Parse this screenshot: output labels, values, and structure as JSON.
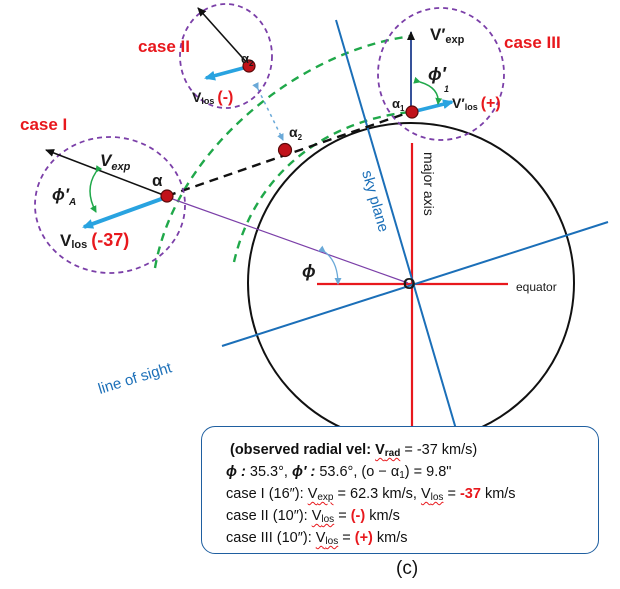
{
  "labels": {
    "case_I": "case I",
    "case_II": "case II",
    "case_III": "case III",
    "alpha": "α",
    "alpha2_sub": "2",
    "alpha1_sub": "1",
    "phi_prime": "ϕ′",
    "phi_sub_A": "A",
    "phi": "ϕ",
    "v_exp": "V",
    "v_exp_sub": "exp",
    "v_exp_prime": "V′",
    "v_los": "V",
    "v_los_sub": "los",
    "v_los_prime": "V′",
    "val_case1": "(-37)",
    "val_case2": "(-)",
    "val_case3": "(+)",
    "sky_plane": "sky plane",
    "major_axis": "major axis",
    "equator": "equator",
    "line_of_sight": "line of sight",
    "origin": "O",
    "panel": "(c)"
  },
  "info": {
    "line1_prefix": "(observed radial vel: ",
    "vrad_v": "V",
    "vrad_sub": "rad",
    "line1_suffix": " = -37 km/s)",
    "line2_phi": "ϕ :",
    "line2_phi_val": "35.3°,",
    "line2_phip": "ϕ′ :",
    "line2_phip_val": "53.6°, (o − α",
    "line2_sub": "1",
    "line2_end": ") = 9.8\"",
    "line3_prefix": "case I (16″): ",
    "line3_vexp_v": "V",
    "line3_vexp_sub": "exp",
    "line3_mid": " = 62.3 km/s, ",
    "line3_vlos_v": "V",
    "line3_vlos_sub": "los",
    "line3_eq": " = ",
    "line3_red": "-37",
    "line3_unit": " km/s",
    "line4_prefix": "case II (10″): ",
    "line4_v": "V",
    "line4_sub": "los",
    "line4_eq": " = ",
    "line4_red": "(-)",
    "line4_unit": " km/s",
    "line5_prefix": "case III (10″): ",
    "line5_v": "V",
    "line5_sub": "los",
    "line5_eq": " = ",
    "line5_red": "(+)",
    "line5_unit": " km/s"
  },
  "colors": {
    "red": "#e8181d",
    "blue": "#1b6fb8",
    "arrow_blue": "#29a3e0",
    "green_dash": "#20a84a",
    "purple_dash": "#7b3fa8",
    "dark_red_point": "#8b1010"
  }
}
